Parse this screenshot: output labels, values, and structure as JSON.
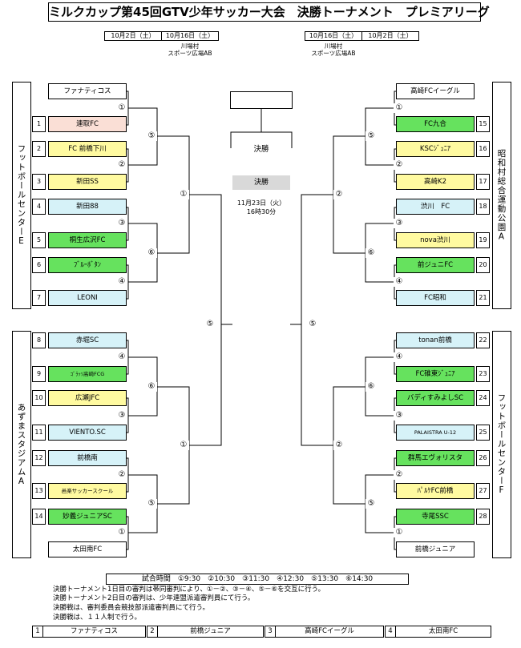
{
  "title": "ミルクカップ第45回GTV少年サッカー大会　決勝トーナメント　プレミアリーグ",
  "dates": {
    "left_day1": "10月2日（土）",
    "left_day2": "10月16日（土）",
    "right_day2": "10月16日（土）",
    "right_day1": "10月2日（土）"
  },
  "venues": {
    "left_venue": [
      "川場村",
      "スポーツ広場AB"
    ],
    "right_venue": [
      "川場村",
      "スポーツ広場AB"
    ]
  },
  "side_venues": {
    "top_left": "フットボールセンターE",
    "top_right": "昭和村総合運動公園A",
    "bottom_left": "あずまスタジアムA",
    "bottom_right": "フットボールセンターF"
  },
  "teams": {
    "top_left": [
      {
        "num": "",
        "name": "ファナティコス",
        "color": "w"
      },
      {
        "num": "1",
        "name": "連取FC",
        "color": "p"
      },
      {
        "num": "2",
        "name": "FC 前橋下川",
        "color": "y"
      },
      {
        "num": "3",
        "name": "新田SS",
        "color": "y"
      },
      {
        "num": "4",
        "name": "新田88",
        "color": "b"
      },
      {
        "num": "5",
        "name": "桐生広沢FC",
        "color": "g"
      },
      {
        "num": "6",
        "name": "ﾌﾞﾙｰﾎﾞﾀﾝ",
        "color": "g"
      },
      {
        "num": "7",
        "name": "LEONI",
        "color": "b"
      }
    ],
    "top_right": [
      {
        "num": "",
        "name": "高崎FCイーグル",
        "color": "w"
      },
      {
        "num": "15",
        "name": "FC九合",
        "color": "g"
      },
      {
        "num": "16",
        "name": "KSCｼﾞｭﾆｱ",
        "color": "y"
      },
      {
        "num": "17",
        "name": "高崎K2",
        "color": "y"
      },
      {
        "num": "18",
        "name": "渋川　FC",
        "color": "b"
      },
      {
        "num": "19",
        "name": "nova渋川",
        "color": "y"
      },
      {
        "num": "20",
        "name": "前ジュニFC",
        "color": "g"
      },
      {
        "num": "21",
        "name": "FC昭和",
        "color": "b"
      }
    ],
    "bottom_left": [
      {
        "num": "8",
        "name": "赤堀SC",
        "color": "b"
      },
      {
        "num": "9",
        "name": "ｺﾞﾗｯｿ高崎FCG",
        "color": "g"
      },
      {
        "num": "10",
        "name": "広瀬JFC",
        "color": "y"
      },
      {
        "num": "11",
        "name": "VIENTO.SC",
        "color": "b"
      },
      {
        "num": "12",
        "name": "前橋南",
        "color": "b"
      },
      {
        "num": "13",
        "name": "邑楽サッカースクール",
        "color": "y"
      },
      {
        "num": "14",
        "name": "妙義ジュニアSC",
        "color": "g"
      },
      {
        "num": "",
        "name": "太田南FC",
        "color": "w"
      }
    ],
    "bottom_right": [
      {
        "num": "22",
        "name": "tonan前橋",
        "color": "b"
      },
      {
        "num": "23",
        "name": "FC碓東ｼﾞｭﾆｱ",
        "color": "g"
      },
      {
        "num": "24",
        "name": "バディすみよしSC",
        "color": "g"
      },
      {
        "num": "25",
        "name": "PALAISTRA U-12",
        "color": "b"
      },
      {
        "num": "26",
        "name": "群馬エヴォリスタ",
        "color": "g"
      },
      {
        "num": "27",
        "name": "ﾊﾟﾙｹFC前橋",
        "color": "y"
      },
      {
        "num": "28",
        "name": "寺尾SSC",
        "color": "g"
      },
      {
        "num": "",
        "name": "前橋ジュニア",
        "color": "w"
      }
    ]
  },
  "round_marks": {
    "tl_r1": [
      "①",
      "②",
      "③",
      "④"
    ],
    "tl_r2": [
      "⑤",
      "⑥"
    ],
    "tl_r3": "①",
    "tr_r1": [
      "①",
      "②",
      "③",
      "④"
    ],
    "tr_r2": [
      "⑤",
      "⑥"
    ],
    "tr_r3": "②",
    "bl_r1": [
      "④",
      "③",
      "②",
      "①"
    ],
    "bl_r2": [
      "⑥",
      "⑤"
    ],
    "bl_r3": "①",
    "br_r1": [
      "④",
      "③",
      "②",
      "①"
    ],
    "br_r2": [
      "⑥",
      "⑤"
    ],
    "br_r3": "②",
    "semi_left": "⑤",
    "semi_right": "⑤"
  },
  "final": {
    "label_top": "決勝",
    "label_box": "決勝",
    "date": "11月23日（火）",
    "time": "16時30分"
  },
  "schedule": "試合時間　①9:30　②10:30　③11:30　④12:30　⑤13:30　⑥14:30",
  "notes": [
    "決勝トーナメント1日目の審判は帯同審判により、①－②、③－④、⑤－⑥を交互に行う。",
    "決勝トーナメント2日目の審判は、少年連盟派遣審判員にて行う。",
    "決勝戦は、審判委員会競技部派遣審判員にて行う。",
    "決勝戦は、１１人制で行う。"
  ],
  "bottom_table": [
    {
      "num": "1",
      "name": "ファナティコス"
    },
    {
      "num": "2",
      "name": "前橋ジュニア"
    },
    {
      "num": "3",
      "name": "高崎FCイーグル"
    },
    {
      "num": "4",
      "name": "太田南FC"
    }
  ]
}
